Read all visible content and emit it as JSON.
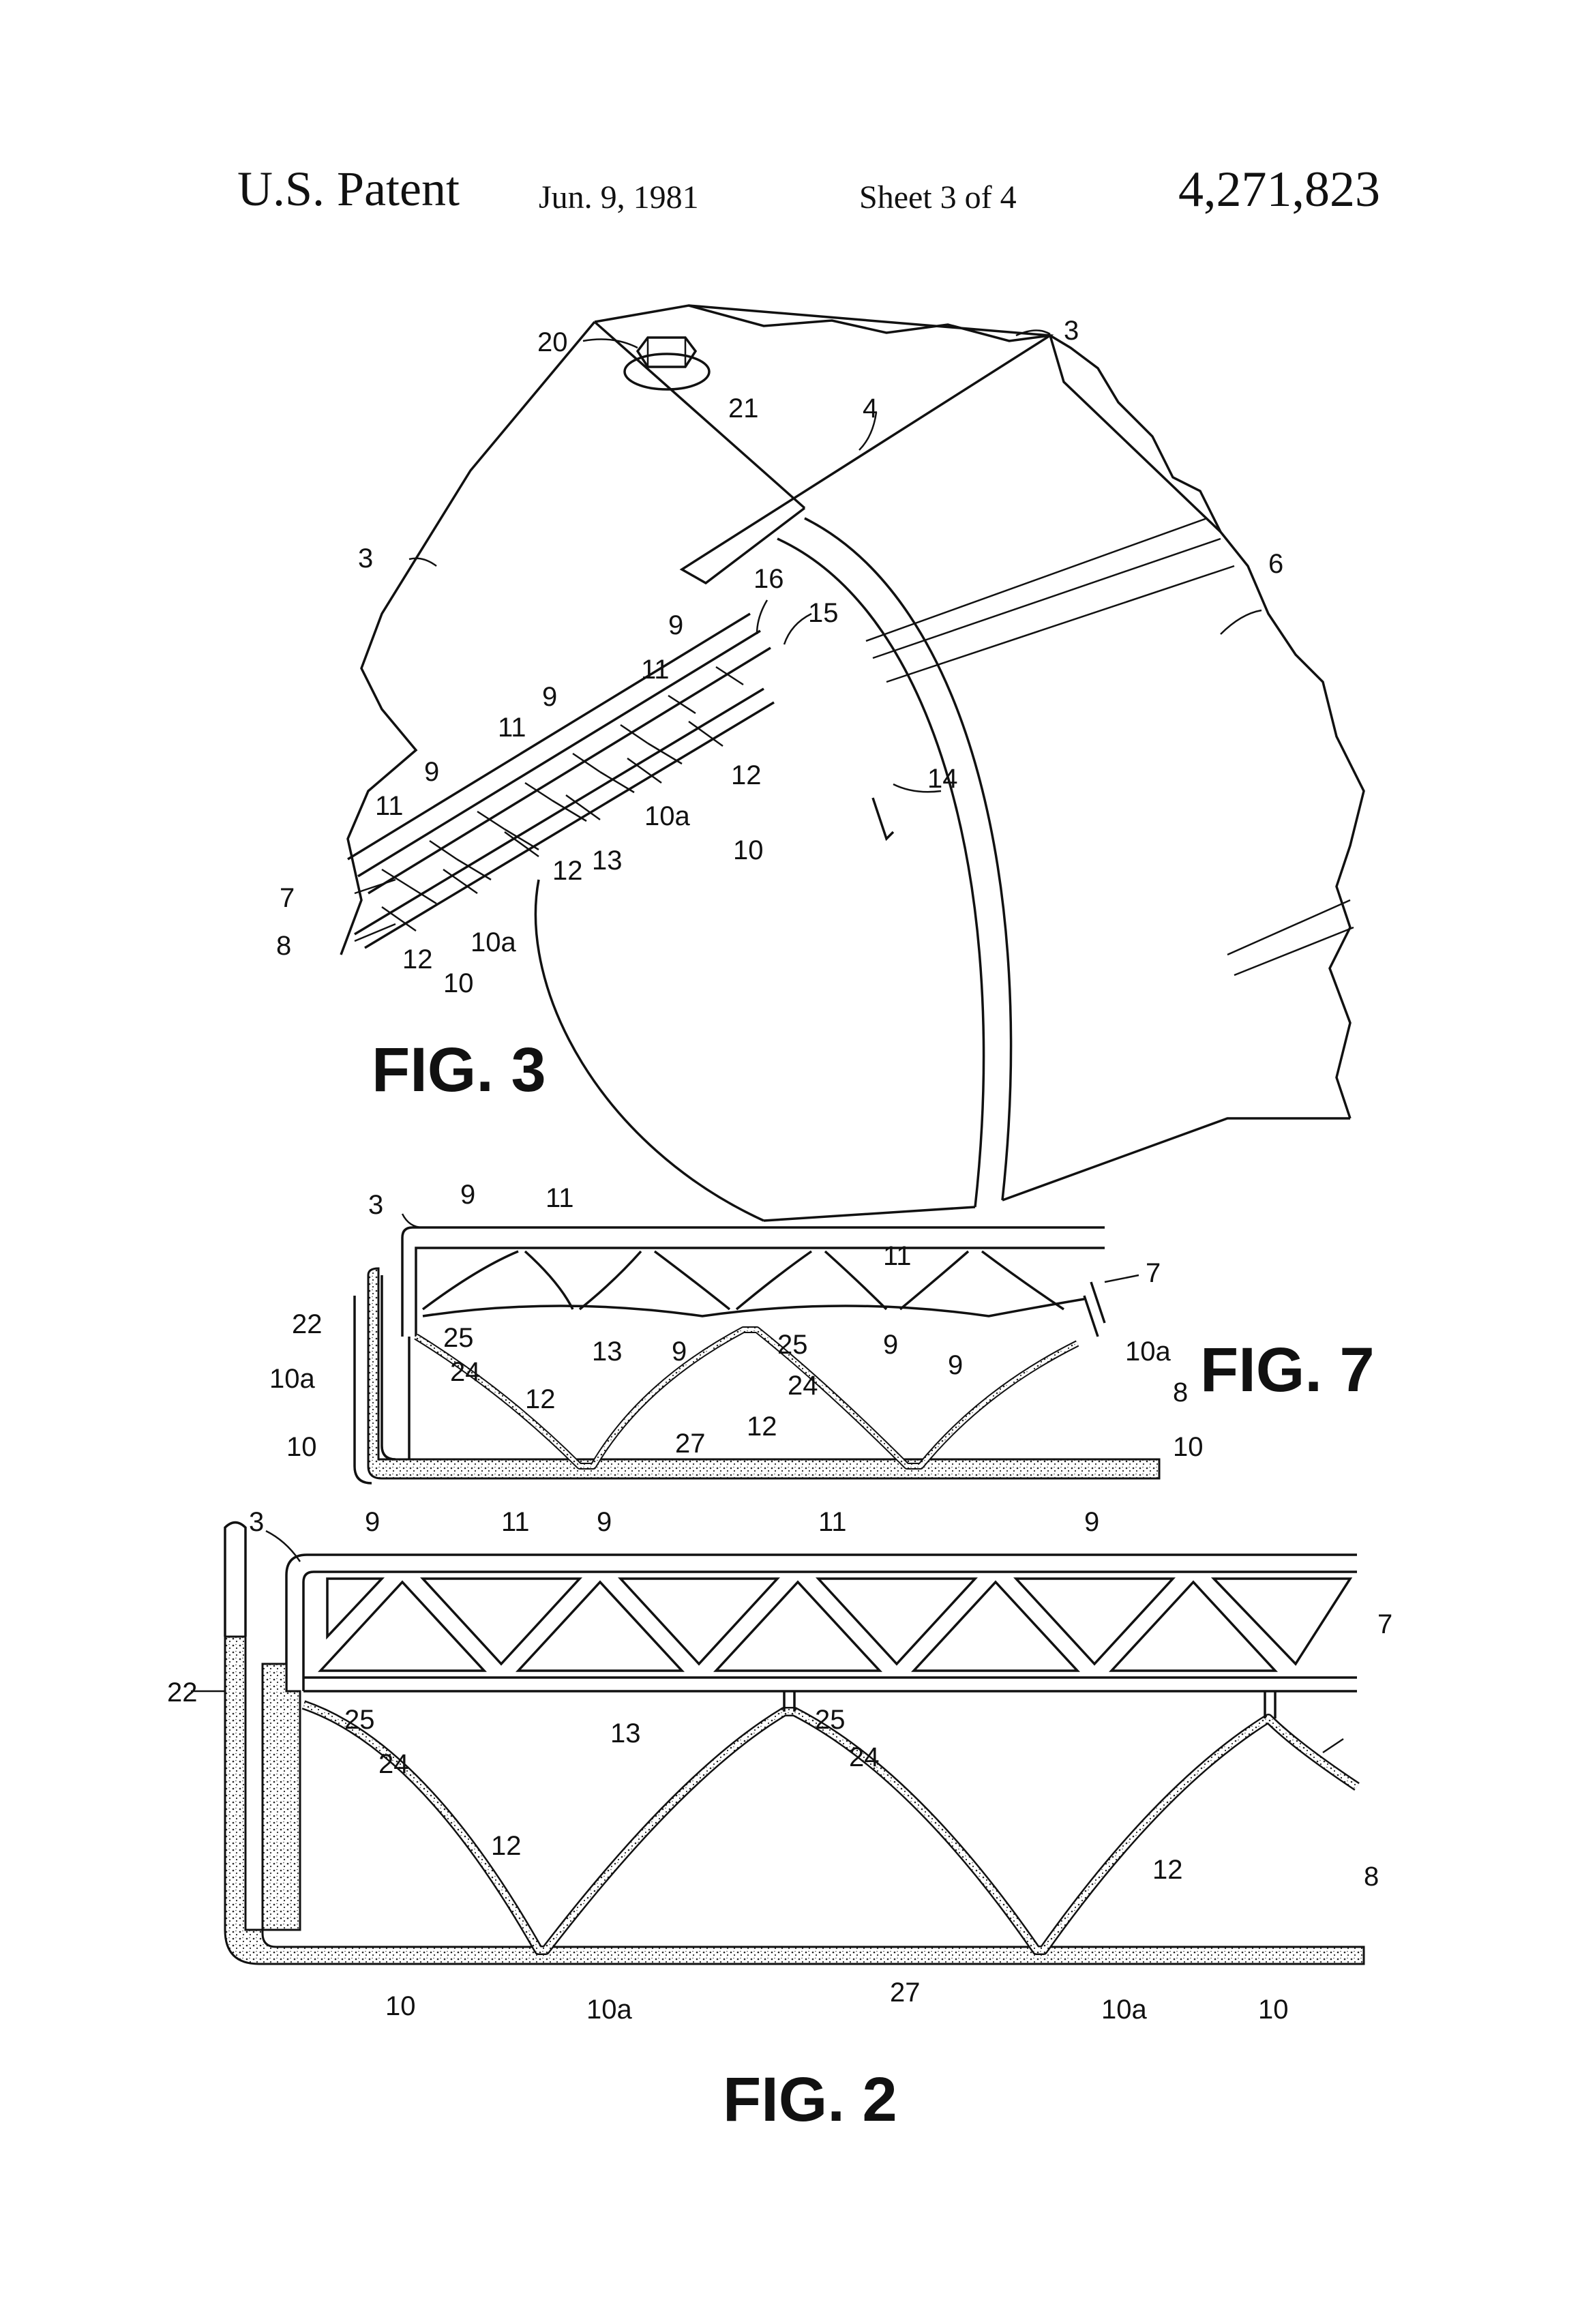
{
  "header": {
    "title": "U.S. Patent",
    "date": "Jun. 9, 1981",
    "sheet": "Sheet 3 of 4",
    "patent_number": "4,271,823"
  },
  "figures": {
    "fig3": {
      "caption": "FIG. 3",
      "labels": [
        "20",
        "21",
        "3",
        "4",
        "3",
        "6",
        "16",
        "15",
        "9",
        "11",
        "9",
        "11",
        "9",
        "11",
        "12",
        "14",
        "10a",
        "13",
        "10",
        "12",
        "7",
        "8",
        "12",
        "10a",
        "10"
      ]
    },
    "fig7": {
      "caption": "FIG. 7",
      "labels": [
        "3",
        "9",
        "11",
        "11",
        "7",
        "22",
        "25",
        "24",
        "13",
        "9",
        "25",
        "24",
        "9",
        "9",
        "10a",
        "10a",
        "12",
        "12",
        "8",
        "10",
        "27",
        "10"
      ]
    },
    "fig2": {
      "caption": "FIG. 2",
      "labels": [
        "3",
        "9",
        "11",
        "9",
        "11",
        "9",
        "7",
        "22",
        "25",
        "13",
        "25",
        "24",
        "24",
        "12",
        "12",
        "8",
        "10",
        "10a",
        "27",
        "10a",
        "10"
      ]
    }
  }
}
